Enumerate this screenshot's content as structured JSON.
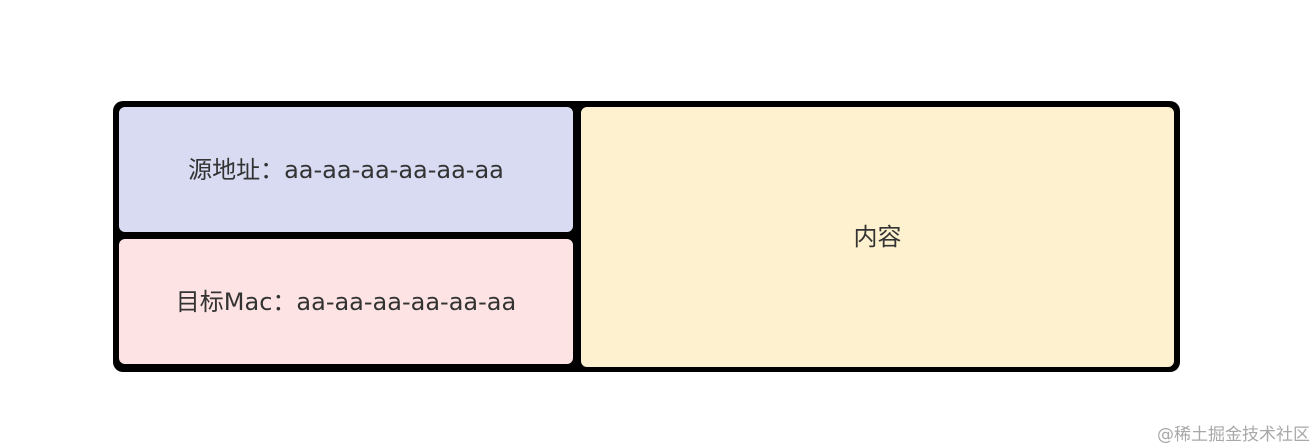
{
  "diagram": {
    "source_address": "源地址：aa-aa-aa-aa-aa-aa",
    "target_mac": "目标Mac：aa-aa-aa-aa-aa-aa",
    "content": "内容"
  },
  "colors": {
    "source_fill": "#d8dbf2",
    "target_fill": "#fde3e3",
    "content_fill": "#fdf1cf",
    "border": "#000000"
  },
  "watermark": "@稀土掘金技术社区"
}
